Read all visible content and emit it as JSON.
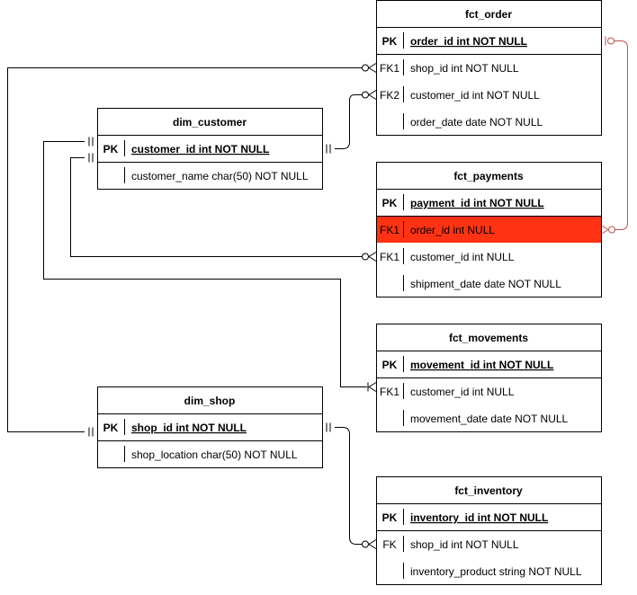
{
  "tables": [
    {
      "id": "fct_order",
      "name": "fct_order",
      "rows": [
        {
          "key": "PK",
          "field": "order_id int NOT NULL",
          "pk": true
        },
        {
          "key": "FK1",
          "field": "shop_id int NOT NULL"
        },
        {
          "key": "FK2",
          "field": "customer_id int NOT NULL"
        },
        {
          "key": "",
          "field": "order_date date NOT NULL"
        }
      ]
    },
    {
      "id": "dim_customer",
      "name": "dim_customer",
      "rows": [
        {
          "key": "PK",
          "field": "customer_id int NOT NULL",
          "pk": true
        },
        {
          "key": "",
          "field": "customer_name char(50) NOT NULL"
        }
      ]
    },
    {
      "id": "fct_payments",
      "name": "fct_payments",
      "rows": [
        {
          "key": "PK",
          "field": "payment_id int NOT NULL",
          "pk": true
        },
        {
          "key": "FK1",
          "field": "order_id int NULL",
          "highlight": true
        },
        {
          "key": "FK1",
          "field": "customer_id int NULL"
        },
        {
          "key": "",
          "field": "shipment_date date NOT NULL"
        }
      ]
    },
    {
      "id": "fct_movements",
      "name": "fct_movements",
      "rows": [
        {
          "key": "PK",
          "field": "movement_id int NOT NULL",
          "pk": true
        },
        {
          "key": "FK1",
          "field": "customer_id int NULL"
        },
        {
          "key": "",
          "field": "movement_date date NOT NULL"
        }
      ]
    },
    {
      "id": "dim_shop",
      "name": "dim_shop",
      "rows": [
        {
          "key": "PK",
          "field": "shop_id int NOT NULL",
          "pk": true
        },
        {
          "key": "",
          "field": "shop_location char(50) NOT NULL"
        }
      ]
    },
    {
      "id": "fct_inventory",
      "name": "fct_inventory",
      "rows": [
        {
          "key": "PK",
          "field": "inventory_id int NOT NULL",
          "pk": true
        },
        {
          "key": "FK",
          "field": "shop_id int NOT NULL"
        },
        {
          "key": "",
          "field": "inventory_product string NOT NULL"
        }
      ]
    }
  ],
  "relationships": [
    {
      "id": "order-shop",
      "from": "fct_order.shop_id",
      "to": "dim_shop.shop_id",
      "cardinality": "many-to-one"
    },
    {
      "id": "order-customer",
      "from": "fct_order.customer_id",
      "to": "dim_customer.customer_id",
      "cardinality": "many-to-one"
    },
    {
      "id": "payments-order",
      "from": "fct_payments.order_id",
      "to": "fct_order.order_id",
      "cardinality": "many-to-one"
    },
    {
      "id": "payments-customer",
      "from": "fct_payments.customer_id",
      "to": "dim_customer.customer_id",
      "cardinality": "many-to-one"
    },
    {
      "id": "movements-customer",
      "from": "fct_movements.customer_id",
      "to": "dim_customer.customer_id",
      "cardinality": "one-or-many-to-one"
    },
    {
      "id": "inventory-shop",
      "from": "fct_inventory.shop_id",
      "to": "dim_shop.shop_id",
      "cardinality": "many-to-one"
    }
  ],
  "colors": {
    "border": "#000000",
    "highlight": "#ff3314",
    "highlight_link": "#b85450",
    "background": "#ffffff"
  }
}
